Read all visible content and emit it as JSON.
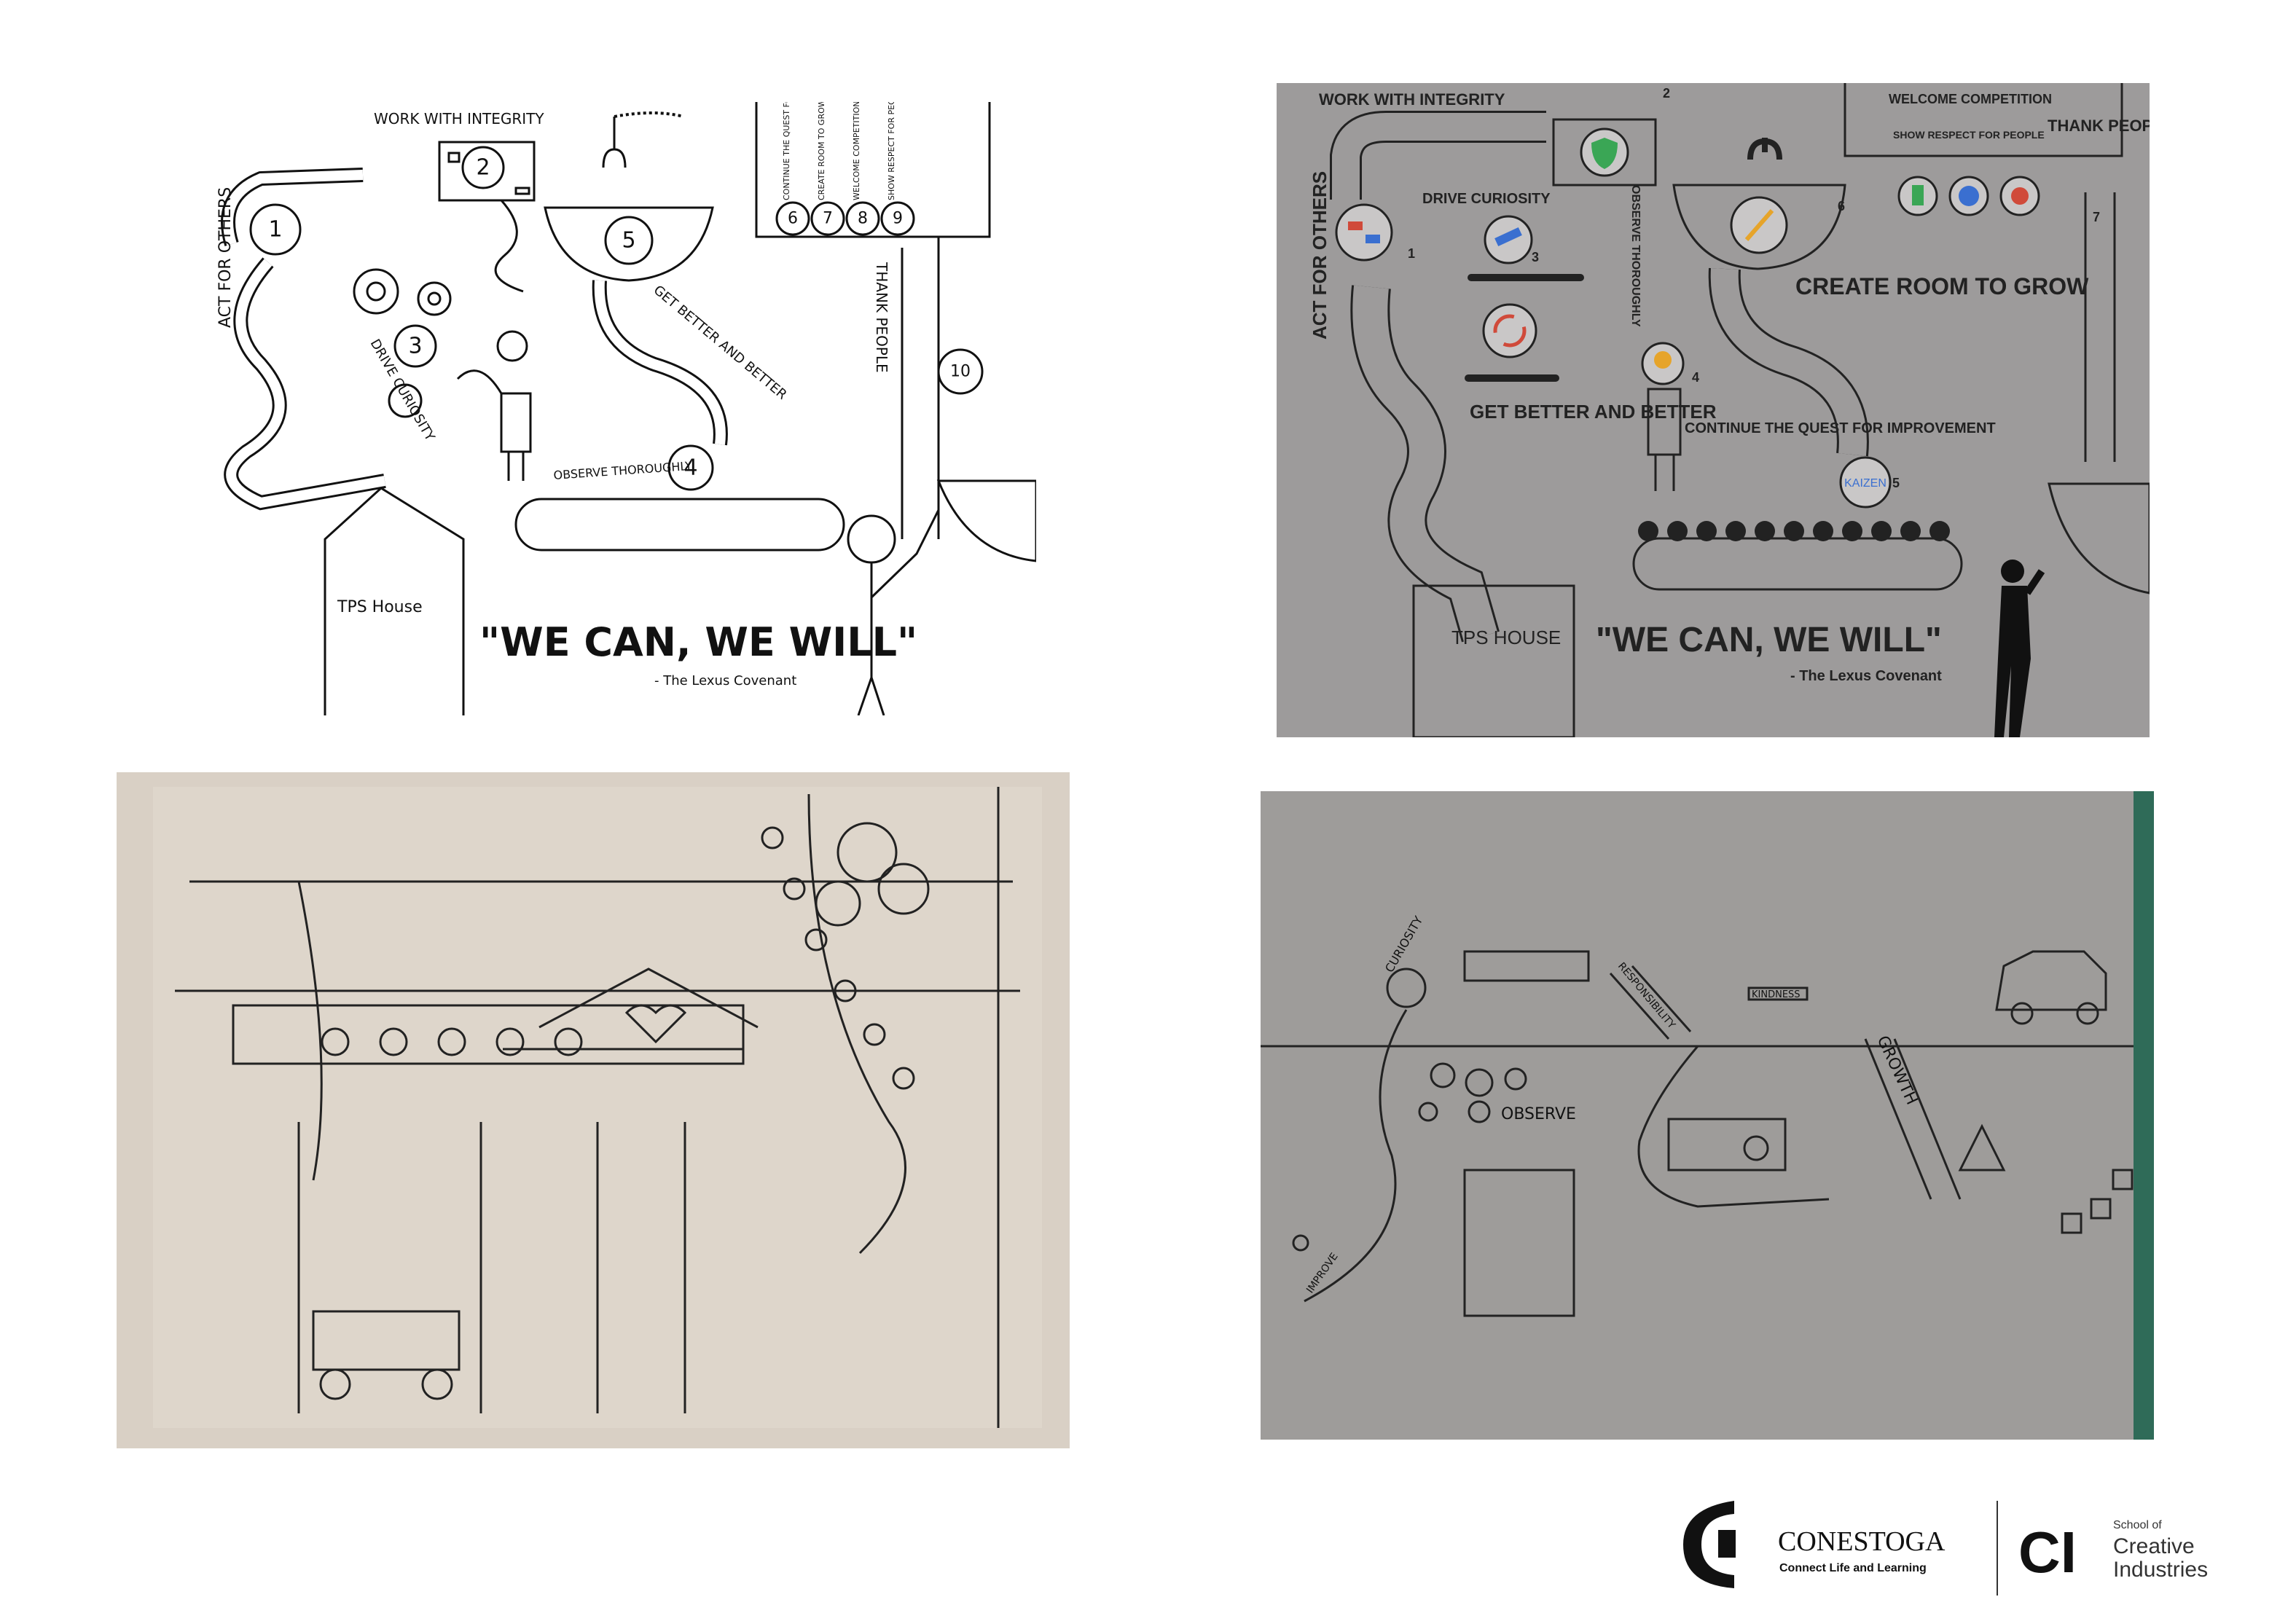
{
  "panel1": {
    "labels": {
      "act_for_others": "ACT FOR OTHERS",
      "work_with_integrity": "WORK WITH INTEGRITY",
      "drive_curiosity": "DRIVE CURIOSITY",
      "observe_thoroughly": "OBSERVE THOROUGHLY",
      "get_better": "GET BETTER AND BETTER",
      "continue_quest": "CONTINUE THE QUEST FOR IMPROVEMENT",
      "create_room": "CREATE ROOM TO GROW",
      "welcome_competition": "WELCOME COMPETITION",
      "show_respect": "SHOW RESPECT FOR PEOPLE",
      "thank_people": "THANK PEOPLE",
      "tps_house": "TPS House",
      "quote": "\"WE CAN, WE WILL\"",
      "attribution": "- The Lexus Covenant"
    },
    "numbers": [
      "1",
      "2",
      "3",
      "4",
      "5",
      "6",
      "7",
      "8",
      "9",
      "10"
    ]
  },
  "panel2": {
    "labels": {
      "work_with_integrity": "WORK WITH INTEGRITY",
      "welcome_competition": "WELCOME COMPETITION",
      "show_respect": "SHOW RESPECT FOR PEOPLE",
      "thank_people": "THANK PEOPLE",
      "act_for_others": "ACT FOR OTHERS",
      "drive_curiosity": "DRIVE CURIOSITY",
      "observe_thoroughly": "OBSERVE THOROUGHLY",
      "create_room": "CREATE ROOM TO GROW",
      "get_better": "GET BETTER AND BETTER",
      "continue_quest": "CONTINUE THE QUEST FOR IMPROVEMENT",
      "kaizen": "KAIZEN",
      "tps_house": "TPS HOUSE",
      "quote": "\"WE CAN, WE WILL\"",
      "attribution": "- The Lexus Covenant"
    },
    "numbers": [
      "1",
      "2",
      "3",
      "4",
      "5",
      "6",
      "7"
    ]
  },
  "panel4": {
    "labels": {
      "curiosity": "CURIOSITY",
      "responsibility": "RESPONSIBILITY",
      "kindness": "KINDNESS",
      "growth": "GROWTH",
      "observe": "OBSERVE",
      "improve": "IMPROVE"
    }
  },
  "footer": {
    "conestoga": "CONESTOGA",
    "tagline": "Connect Life and Learning",
    "ci": "CI",
    "school_of": "School of",
    "creative": "Creative",
    "industries": "Industries"
  }
}
